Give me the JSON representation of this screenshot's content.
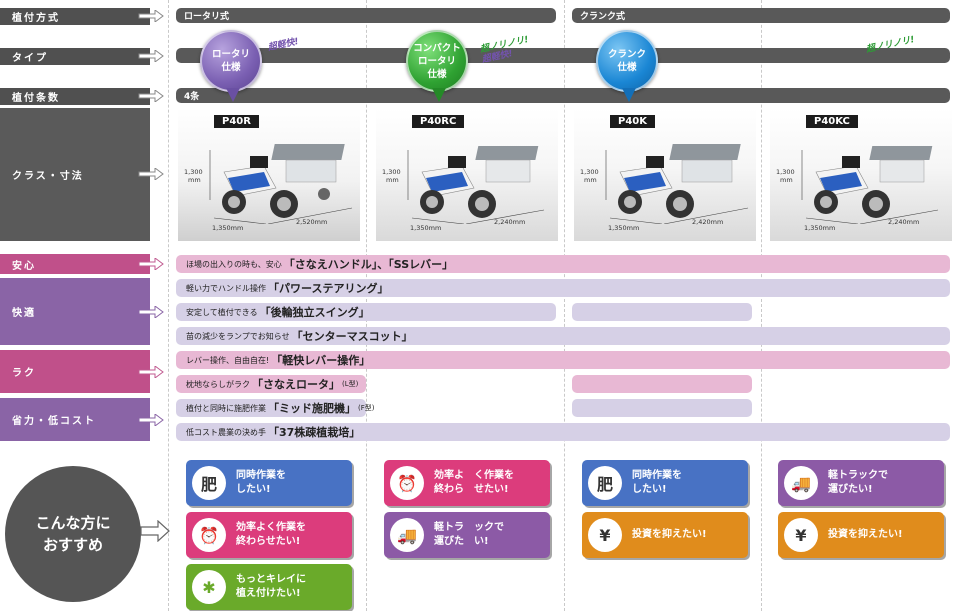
{
  "row_labels": {
    "mount_method": "植付方式",
    "type": "タイプ",
    "rows": "植付条数",
    "class_dims": "クラス・寸法",
    "safety": "安心",
    "comfort": "快適",
    "ease": "ラク",
    "labor_cost": "省力・低コスト",
    "recommend_line1": "こんな方に",
    "recommend_line2": "おすすめ"
  },
  "bars": {
    "rotary": "ロータリ式",
    "crank": "クランク式",
    "rows_count": "4条"
  },
  "pins": {
    "p1": [
      "ロータリ",
      "仕様"
    ],
    "p2": [
      "コンパクト",
      "ロータリ",
      "仕様"
    ],
    "p3": [
      "クランク",
      "仕様"
    ]
  },
  "slogans": {
    "s1": "超軽快!",
    "s2a": "超ノリノリ!",
    "s2b": "超軽快!",
    "s4": "超ノリノリ!"
  },
  "products": [
    {
      "model": "P40R",
      "height": "1,300",
      "unit": "mm",
      "width": "1,350mm",
      "length": "2,520mm"
    },
    {
      "model": "P40RC",
      "height": "1,300",
      "unit": "mm",
      "width": "1,350mm",
      "length": "2,240mm"
    },
    {
      "model": "P40K",
      "height": "1,300",
      "unit": "mm",
      "width": "1,350mm",
      "length": "2,420mm"
    },
    {
      "model": "P40KC",
      "height": "1,300",
      "unit": "mm",
      "width": "1,350mm",
      "length": "2,240mm"
    }
  ],
  "features": [
    {
      "lead": "ほ場の出入りの時も、安心",
      "name": "「さなえハンドル」、「SSレバー」",
      "note": ""
    },
    {
      "lead": "軽い力でハンドル操作",
      "name": "「パワーステアリング」",
      "note": ""
    },
    {
      "lead": "安定して植付できる",
      "name": "「後輪独立スイング」",
      "note": ""
    },
    {
      "lead": "苗の減少をランプでお知らせ",
      "name": "「センターマスコット」",
      "note": ""
    },
    {
      "lead": "レバー操作、自由自在!",
      "name": "「軽快レバー操作」",
      "note": ""
    },
    {
      "lead": "枕地ならしがラク",
      "name": "「さなえロータ」",
      "note": "(L型)"
    },
    {
      "lead": "植付と同時に施肥作業",
      "name": "「ミッド施肥機」",
      "note": "(F型)"
    },
    {
      "lead": "低コスト農業の決め手",
      "name": "「37株疎植栽培」",
      "note": ""
    }
  ],
  "recs": {
    "r1a": [
      "同時作業を",
      "したい!"
    ],
    "r1b": [
      "効率よく作業を",
      "終わらせたい!"
    ],
    "r1c": [
      "もっとキレイに",
      "植え付けたい!"
    ],
    "r2a": [
      "効率よ　く作業を",
      "終わら　せたい!"
    ],
    "r2b": [
      "軽トラ　ックで",
      "運びた　い!"
    ],
    "r3a": [
      "同時作業を",
      "したい!"
    ],
    "r3b": [
      "投資を抑えたい!"
    ],
    "r4a": [
      "軽トラックで",
      "運びたい!"
    ],
    "r4b": [
      "投資を抑えたい!"
    ]
  },
  "icons": {
    "fertilizer_char": "肥",
    "yen_char": "¥"
  }
}
